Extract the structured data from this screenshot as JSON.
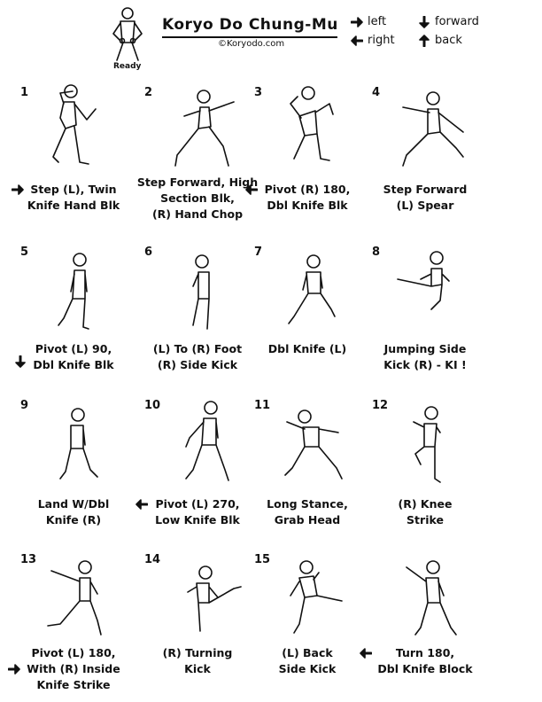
{
  "header": {
    "title": "Koryo Do Chung-Mu",
    "copyright": "©Koryodo.com",
    "ready_label": "Ready",
    "legend": {
      "left": "left",
      "right": "right",
      "forward": "forward",
      "back": "back"
    }
  },
  "moves": [
    {
      "num": "1",
      "line1": "Step (L), Twin",
      "line2": "Knife Hand Blk",
      "line3": "",
      "arrow": "right"
    },
    {
      "num": "2",
      "line1": "Step Forward, High",
      "line2": "Section Blk,",
      "line3": "(R) Hand Chop",
      "arrow": ""
    },
    {
      "num": "3",
      "line1": "Pivot (R) 180,",
      "line2": "Dbl Knife Blk",
      "line3": "",
      "arrow": "left"
    },
    {
      "num": "4",
      "line1": "Step Forward",
      "line2": "(L) Spear",
      "line3": "",
      "arrow": ""
    },
    {
      "num": "5",
      "line1": "Pivot (L) 90,",
      "line2": "Dbl Knife Blk",
      "line3": "",
      "arrow": "down"
    },
    {
      "num": "6",
      "line1": "(L) To (R) Foot",
      "line2": "(R) Side Kick",
      "line3": "",
      "arrow": ""
    },
    {
      "num": "7",
      "line1": "Dbl Knife (L)",
      "line2": "",
      "line3": "",
      "arrow": ""
    },
    {
      "num": "8",
      "line1": "Jumping Side",
      "line2": "Kick (R) - KI !",
      "line3": "",
      "arrow": ""
    },
    {
      "num": "9",
      "line1": "Land W/Dbl",
      "line2": "Knife (R)",
      "line3": "",
      "arrow": ""
    },
    {
      "num": "10",
      "line1": "Pivot (L) 270,",
      "line2": "Low Knife Blk",
      "line3": "",
      "arrow": "left"
    },
    {
      "num": "11",
      "line1": "Long Stance,",
      "line2": "Grab Head",
      "line3": "",
      "arrow": ""
    },
    {
      "num": "12",
      "line1": "(R) Knee",
      "line2": "Strike",
      "line3": "",
      "arrow": ""
    },
    {
      "num": "13",
      "line1": "Pivot (L) 180,",
      "line2": "With (R) Inside",
      "line3": "Knife Strike",
      "arrow": "right"
    },
    {
      "num": "14",
      "line1": "(R) Turning",
      "line2": "Kick",
      "line3": "",
      "arrow": ""
    },
    {
      "num": "15",
      "line1": "(L) Back",
      "line2": "Side Kick",
      "line3": "",
      "arrow": ""
    },
    {
      "num": "",
      "line1": "Turn 180,",
      "line2": "Dbl Knife Block",
      "line3": "",
      "arrow": "left"
    }
  ]
}
